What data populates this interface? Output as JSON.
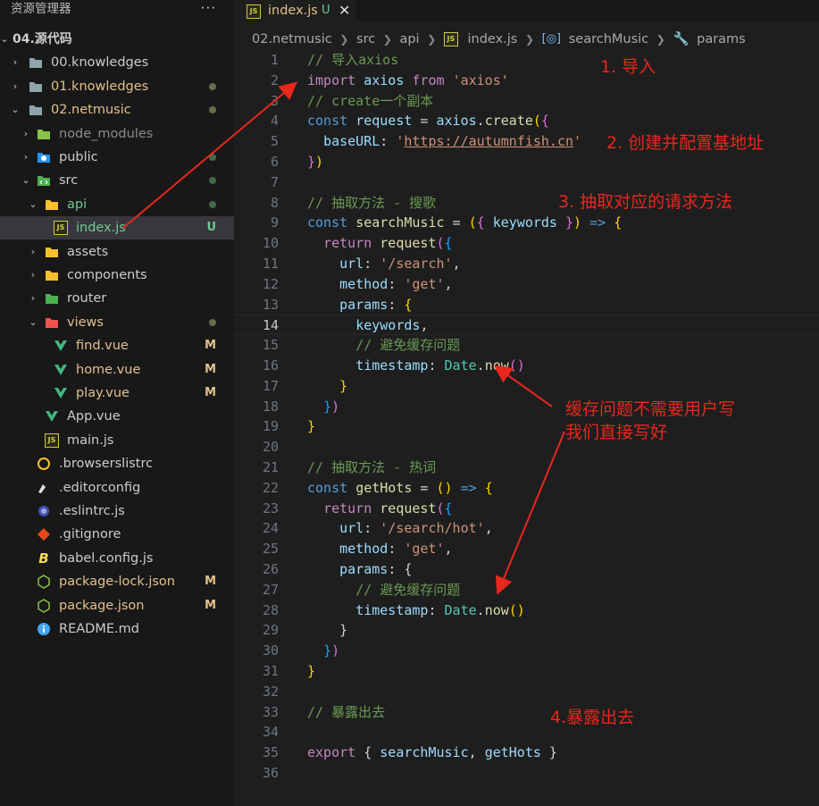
{
  "sidebar": {
    "title": "资源管理器",
    "more": "···",
    "root": "04.源代码",
    "items": [
      {
        "label": "00.knowledges"
      },
      {
        "label": "01.knowledges"
      },
      {
        "label": "02.netmusic"
      },
      {
        "label": "node_modules"
      },
      {
        "label": "public"
      },
      {
        "label": "src"
      },
      {
        "label": "api"
      },
      {
        "label": "index.js",
        "badge": "U"
      },
      {
        "label": "assets"
      },
      {
        "label": "components"
      },
      {
        "label": "router"
      },
      {
        "label": "views"
      },
      {
        "label": "find.vue",
        "badge": "M"
      },
      {
        "label": "home.vue",
        "badge": "M"
      },
      {
        "label": "play.vue",
        "badge": "M"
      },
      {
        "label": "App.vue"
      },
      {
        "label": "main.js"
      },
      {
        "label": ".browserslistrc"
      },
      {
        "label": ".editorconfig"
      },
      {
        "label": ".eslintrc.js"
      },
      {
        "label": ".gitignore"
      },
      {
        "label": "babel.config.js"
      },
      {
        "label": "package-lock.json",
        "badge": "M"
      },
      {
        "label": "package.json",
        "badge": "M"
      },
      {
        "label": "README.md"
      }
    ]
  },
  "tab": {
    "name": "index.js",
    "status": "U",
    "close": "✕"
  },
  "breadcrumb": [
    "02.netmusic",
    "src",
    "api",
    "index.js",
    "searchMusic",
    "params"
  ],
  "editor": {
    "line_numbers": [
      "1",
      "2",
      "3",
      "4",
      "5",
      "6",
      "7",
      "8",
      "9",
      "10",
      "11",
      "12",
      "13",
      "14",
      "15",
      "16",
      "17",
      "18",
      "19",
      "20",
      "21",
      "22",
      "23",
      "24",
      "25",
      "26",
      "27",
      "28",
      "29",
      "30",
      "31",
      "32",
      "33",
      "34",
      "35",
      "36"
    ],
    "current_line": "14",
    "lines": [
      [
        {
          "c": "c",
          "t": "// 导入axios"
        }
      ],
      [
        {
          "c": "k",
          "t": "import"
        },
        {
          "c": "p",
          "t": " "
        },
        {
          "c": "v",
          "t": "axios"
        },
        {
          "c": "p",
          "t": " "
        },
        {
          "c": "k",
          "t": "from"
        },
        {
          "c": "p",
          "t": " "
        },
        {
          "c": "s",
          "t": "'axios'"
        }
      ],
      [
        {
          "c": "c",
          "t": "// create一个副本"
        }
      ],
      [
        {
          "c": "kw",
          "t": "const"
        },
        {
          "c": "p",
          "t": " "
        },
        {
          "c": "v",
          "t": "request"
        },
        {
          "c": "p",
          "t": " = "
        },
        {
          "c": "v",
          "t": "axios"
        },
        {
          "c": "p",
          "t": "."
        },
        {
          "c": "f",
          "t": "create"
        },
        {
          "c": "b1",
          "t": "("
        },
        {
          "c": "b2",
          "t": "{"
        }
      ],
      [
        {
          "c": "p",
          "t": "  "
        },
        {
          "c": "v",
          "t": "baseURL"
        },
        {
          "c": "p",
          "t": ": "
        },
        {
          "c": "s",
          "t": "'"
        },
        {
          "c": "s url",
          "t": "https://autumnfish.cn"
        },
        {
          "c": "s",
          "t": "'"
        }
      ],
      [
        {
          "c": "b2",
          "t": "}"
        },
        {
          "c": "b1",
          "t": ")"
        }
      ],
      [],
      [
        {
          "c": "c",
          "t": "// 抽取方法 - 搜歌"
        }
      ],
      [
        {
          "c": "kw",
          "t": "const"
        },
        {
          "c": "p",
          "t": " "
        },
        {
          "c": "f",
          "t": "searchMusic"
        },
        {
          "c": "p",
          "t": " = "
        },
        {
          "c": "b1",
          "t": "("
        },
        {
          "c": "b2",
          "t": "{"
        },
        {
          "c": "p",
          "t": " "
        },
        {
          "c": "v",
          "t": "keywords"
        },
        {
          "c": "p",
          "t": " "
        },
        {
          "c": "b2",
          "t": "}"
        },
        {
          "c": "b1",
          "t": ")"
        },
        {
          "c": "p",
          "t": " "
        },
        {
          "c": "kw",
          "t": "=>"
        },
        {
          "c": "p",
          "t": " "
        },
        {
          "c": "b1",
          "t": "{"
        }
      ],
      [
        {
          "c": "p",
          "t": "  "
        },
        {
          "c": "k",
          "t": "return"
        },
        {
          "c": "p",
          "t": " "
        },
        {
          "c": "f",
          "t": "request"
        },
        {
          "c": "b2",
          "t": "("
        },
        {
          "c": "b3",
          "t": "{"
        }
      ],
      [
        {
          "c": "p",
          "t": "    "
        },
        {
          "c": "v",
          "t": "url"
        },
        {
          "c": "p",
          "t": ": "
        },
        {
          "c": "s",
          "t": "'/search'"
        },
        {
          "c": "p",
          "t": ","
        }
      ],
      [
        {
          "c": "p",
          "t": "    "
        },
        {
          "c": "v",
          "t": "method"
        },
        {
          "c": "p",
          "t": ": "
        },
        {
          "c": "s",
          "t": "'get'"
        },
        {
          "c": "p",
          "t": ","
        }
      ],
      [
        {
          "c": "p",
          "t": "    "
        },
        {
          "c": "v",
          "t": "params"
        },
        {
          "c": "p",
          "t": ": "
        },
        {
          "c": "b1",
          "t": "{"
        }
      ],
      [
        {
          "c": "p",
          "t": "      "
        },
        {
          "c": "v",
          "t": "keywords"
        },
        {
          "c": "p",
          "t": ","
        }
      ],
      [
        {
          "c": "p",
          "t": "      "
        },
        {
          "c": "c",
          "t": "// 避免缓存问题"
        }
      ],
      [
        {
          "c": "p",
          "t": "      "
        },
        {
          "c": "v",
          "t": "timestamp"
        },
        {
          "c": "p",
          "t": ": "
        },
        {
          "c": "t",
          "t": "Date"
        },
        {
          "c": "p",
          "t": "."
        },
        {
          "c": "f",
          "t": "now"
        },
        {
          "c": "b2",
          "t": "()"
        }
      ],
      [
        {
          "c": "p",
          "t": "    "
        },
        {
          "c": "b1",
          "t": "}"
        }
      ],
      [
        {
          "c": "p",
          "t": "  "
        },
        {
          "c": "b3",
          "t": "}"
        },
        {
          "c": "b2",
          "t": ")"
        }
      ],
      [
        {
          "c": "b1",
          "t": "}"
        }
      ],
      [],
      [
        {
          "c": "c",
          "t": "// 抽取方法 - 热词"
        }
      ],
      [
        {
          "c": "kw",
          "t": "const"
        },
        {
          "c": "p",
          "t": " "
        },
        {
          "c": "f",
          "t": "getHots"
        },
        {
          "c": "p",
          "t": " = "
        },
        {
          "c": "b1",
          "t": "()"
        },
        {
          "c": "p",
          "t": " "
        },
        {
          "c": "kw",
          "t": "=>"
        },
        {
          "c": "p",
          "t": " "
        },
        {
          "c": "b1",
          "t": "{"
        }
      ],
      [
        {
          "c": "p",
          "t": "  "
        },
        {
          "c": "k",
          "t": "return"
        },
        {
          "c": "p",
          "t": " "
        },
        {
          "c": "f",
          "t": "request"
        },
        {
          "c": "b2",
          "t": "("
        },
        {
          "c": "b3",
          "t": "{"
        }
      ],
      [
        {
          "c": "p",
          "t": "    "
        },
        {
          "c": "v",
          "t": "url"
        },
        {
          "c": "p",
          "t": ": "
        },
        {
          "c": "s",
          "t": "'/search/hot'"
        },
        {
          "c": "p",
          "t": ","
        }
      ],
      [
        {
          "c": "p",
          "t": "    "
        },
        {
          "c": "v",
          "t": "method"
        },
        {
          "c": "p",
          "t": ": "
        },
        {
          "c": "s",
          "t": "'get'"
        },
        {
          "c": "p",
          "t": ","
        }
      ],
      [
        {
          "c": "p",
          "t": "    "
        },
        {
          "c": "v",
          "t": "params"
        },
        {
          "c": "p",
          "t": ": {"
        }
      ],
      [
        {
          "c": "p",
          "t": "      "
        },
        {
          "c": "c",
          "t": "// 避免缓存问题"
        }
      ],
      [
        {
          "c": "p",
          "t": "      "
        },
        {
          "c": "v",
          "t": "timestamp"
        },
        {
          "c": "p",
          "t": ": "
        },
        {
          "c": "t",
          "t": "Date"
        },
        {
          "c": "p",
          "t": "."
        },
        {
          "c": "f",
          "t": "now"
        },
        {
          "c": "b1",
          "t": "()"
        }
      ],
      [
        {
          "c": "p",
          "t": "    }"
        }
      ],
      [
        {
          "c": "p",
          "t": "  "
        },
        {
          "c": "b3",
          "t": "}"
        },
        {
          "c": "b2",
          "t": ")"
        }
      ],
      [
        {
          "c": "b1",
          "t": "}"
        }
      ],
      [],
      [
        {
          "c": "c",
          "t": "// 暴露出去"
        }
      ],
      [],
      [
        {
          "c": "k",
          "t": "export"
        },
        {
          "c": "p",
          "t": " { "
        },
        {
          "c": "v",
          "t": "searchMusic"
        },
        {
          "c": "p",
          "t": ", "
        },
        {
          "c": "v",
          "t": "getHots"
        },
        {
          "c": "p",
          "t": " }"
        }
      ],
      []
    ]
  },
  "annotations": {
    "note1": "1. 导入",
    "note2": "2. 创建并配置基地址",
    "note3": "3. 抽取对应的请求方法",
    "note4_line1": "缓存问题不需要用户写",
    "note4_line2": "我们直接写好",
    "note5": "4.暴露出去"
  },
  "colors": {
    "annotation": "#e8271d",
    "modified": "#e2c08d",
    "untracked": "#73c991"
  }
}
